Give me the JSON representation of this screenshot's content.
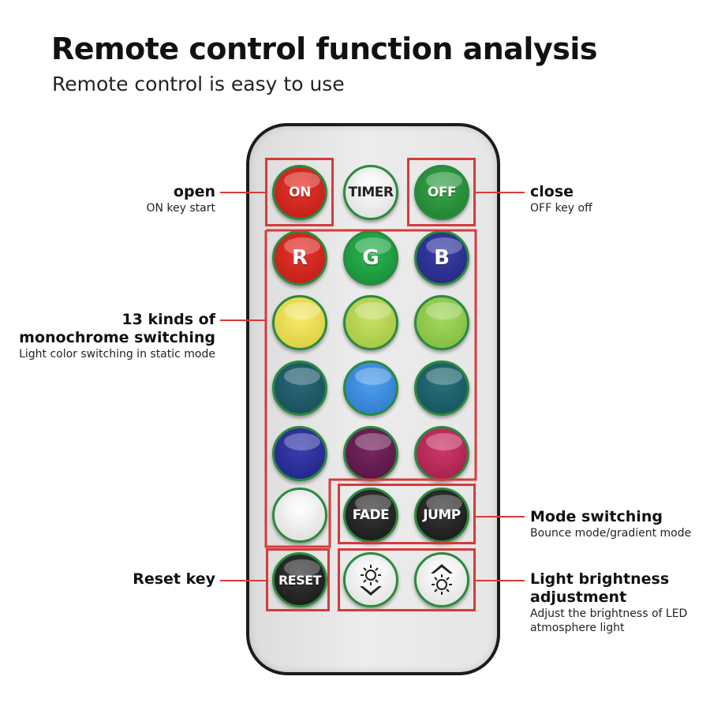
{
  "title": "Remote control function analysis",
  "subtitle": "Remote control is easy to use",
  "buttons": {
    "on": "ON",
    "timer": "TIMER",
    "off": "OFF",
    "r": "R",
    "g": "G",
    "b": "B",
    "fade": "FADE",
    "jump": "JUMP",
    "reset": "RESET"
  },
  "icons": {
    "brightness_down": "brightness-down-icon",
    "brightness_up": "brightness-up-icon"
  },
  "color_buttons": [
    "#f5e24a",
    "#b5d94a",
    "#8fcf4a",
    "#1c5a6a",
    "#3f8fe0",
    "#1b6a6a",
    "#2a2f9a",
    "#6a1a4e",
    "#c0285a",
    "#ececec"
  ],
  "labels": {
    "open": {
      "heading": "open",
      "sub": "ON key start"
    },
    "close": {
      "heading": "close",
      "sub": "OFF key off"
    },
    "mono": {
      "heading1": "13 kinds of",
      "heading2": "monochrome switching",
      "sub": "Light color switching in static mode"
    },
    "mode": {
      "heading": "Mode switching",
      "sub": "Bounce mode/gradient mode"
    },
    "reset": {
      "heading": "Reset key"
    },
    "brightness": {
      "heading1": "Light brightness",
      "heading2": "adjustment",
      "sub1": "Adjust the brightness of LED",
      "sub2": "atmosphere light"
    }
  },
  "accent_color": "#d63a3a"
}
